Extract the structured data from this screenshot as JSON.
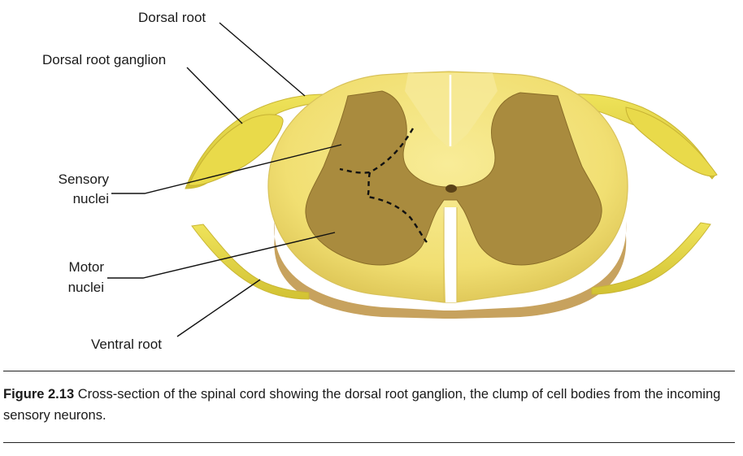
{
  "labels": {
    "dorsal_root": "Dorsal root",
    "dorsal_root_ganglion": "Dorsal root ganglion",
    "sensory_line1": "Sensory",
    "sensory_line2": "nuclei",
    "motor_line1": "Motor",
    "motor_line2": "nuclei",
    "ventral_root": "Ventral root"
  },
  "caption": {
    "figure_number": "Figure 2.13",
    "text": " Cross-section of the spinal cord showing the dorsal root ganglion, the clump of cell bodies from the incoming sensory neurons."
  },
  "colors": {
    "white_matter": "#f3e27a",
    "white_matter_edge": "#d9c24a",
    "gray_matter": "#a88a3c",
    "gray_matter_edge": "#8a6d28",
    "root": "#e6d642",
    "shadow": "#b9954f"
  }
}
